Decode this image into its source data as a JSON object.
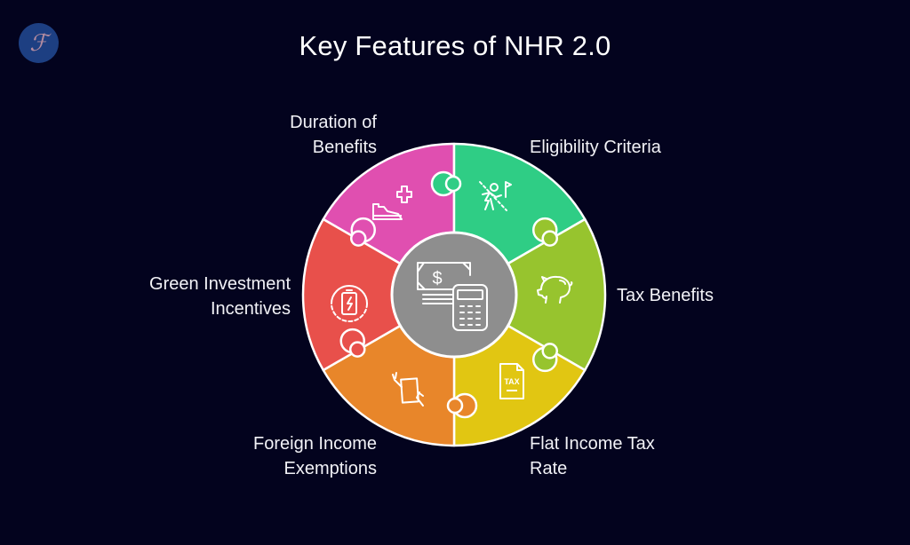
{
  "logo": {
    "glyph": "ℱ",
    "icon": "brand-logo-icon"
  },
  "title": "Key Features of NHR 2.0",
  "center": {
    "icon": "money-calculator-icon",
    "color": "#8e8e8e"
  },
  "segments": [
    {
      "id": "duration",
      "label_line1": "Duration of",
      "label_line2": "Benefits",
      "color": "#e04fb0",
      "icon": "sneaker-health-plus-icon"
    },
    {
      "id": "eligibility",
      "label_line1": "Eligibility Criteria",
      "label_line2": "",
      "color": "#2fcd85",
      "icon": "person-goal-flag-icon"
    },
    {
      "id": "tax-benefits",
      "label_line1": "Tax Benefits",
      "label_line2": "",
      "color": "#97c42e",
      "icon": "piggy-bank-icon"
    },
    {
      "id": "flat-rate",
      "label_line1": "Flat Income Tax",
      "label_line2": "Rate",
      "color": "#e1c612",
      "icon": "tax-document-icon"
    },
    {
      "id": "foreign-income",
      "label_line1": "Foreign Income",
      "label_line2": "Exemptions",
      "color": "#e8862a",
      "icon": "hands-document-icon"
    },
    {
      "id": "green-investment",
      "label_line1": "Green Investment",
      "label_line2": "Incentives",
      "color": "#e8504b",
      "icon": "battery-charge-icon"
    }
  ],
  "icon_texts": {
    "tax": "TAX",
    "dollar": "$"
  }
}
